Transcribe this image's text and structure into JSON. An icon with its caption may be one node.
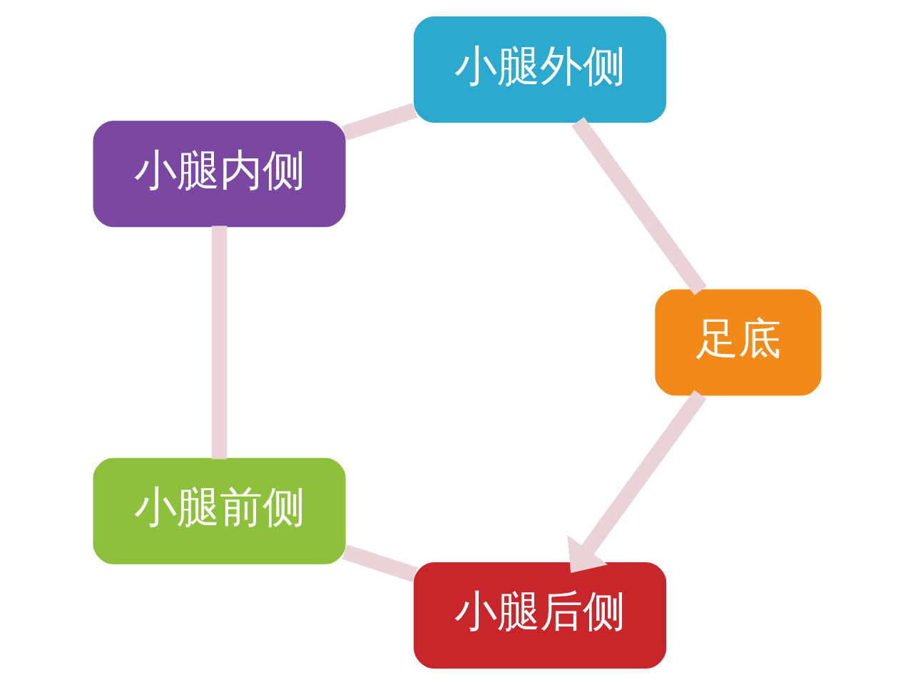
{
  "diagram": {
    "nodes": [
      {
        "text": [
          "小腿后侧"
        ]
      },
      {
        "text": [
          "足底"
        ]
      },
      {
        "text": [
          "小腿前侧"
        ]
      },
      {
        "text": [
          "小腿外侧"
        ]
      },
      {
        "text": [
          "小腿内侧"
        ]
      }
    ],
    "edges": [
      {
        "from": 0,
        "to": 2,
        "arrow": "none"
      },
      {
        "from": 2,
        "to": 4,
        "arrow": "none"
      },
      {
        "from": 4,
        "to": 3,
        "arrow": "none"
      },
      {
        "from": 3,
        "to": 1,
        "arrow": "none"
      },
      {
        "from": 1,
        "to": 0,
        "arrow": "to"
      }
    ]
  }
}
